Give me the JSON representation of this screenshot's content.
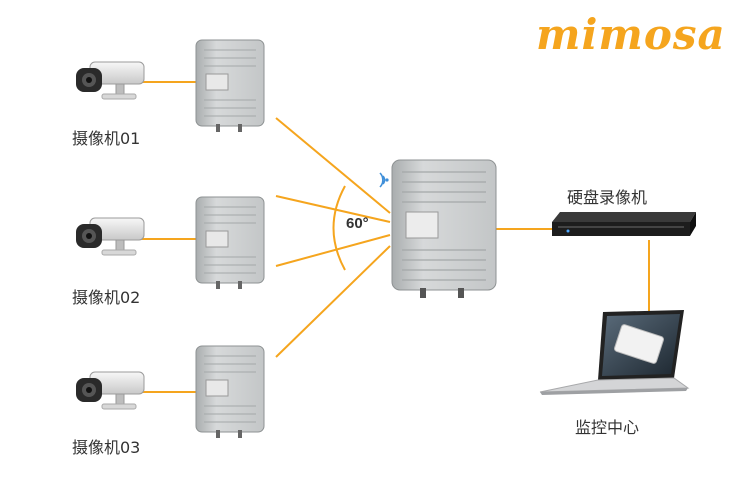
{
  "brand": {
    "name": "mimosa",
    "color": "#f5a51e"
  },
  "colors": {
    "link": "#f5a51e",
    "device_body": "#c9cbcc",
    "device_edge": "#8e9293",
    "recorder": "#1d1d1d"
  },
  "cameras": [
    {
      "label": "摄像机01"
    },
    {
      "label": "摄像机02"
    },
    {
      "label": "摄像机03"
    }
  ],
  "beam_angle": "60°",
  "recorder": {
    "label": "硬盘录像机"
  },
  "monitor_center": {
    "label": "监控中心"
  },
  "icons": {
    "wifi": "wifi-signal-icon",
    "camera": "security-camera-icon",
    "radio": "wireless-bridge-icon",
    "laptop": "laptop-icon"
  }
}
